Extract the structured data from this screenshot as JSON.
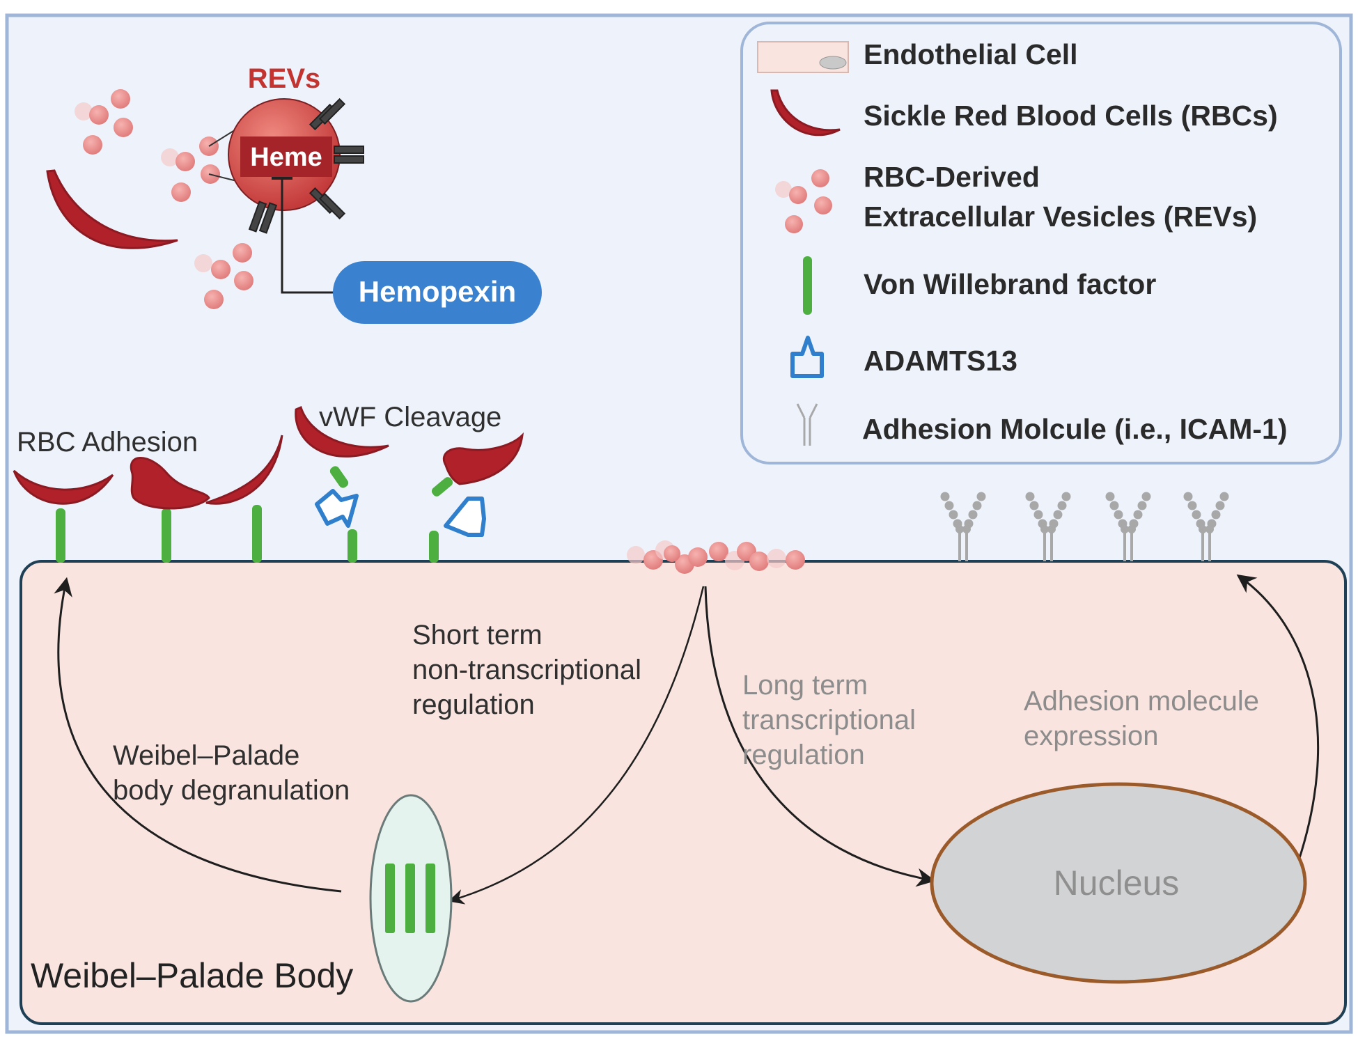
{
  "figure": {
    "revs_title": "REVs",
    "heme": "Heme",
    "hemopexin": "Hemopexin",
    "rbc_adhesion": "RBC Adhesion",
    "vwf_cleavage": "vWF Cleavage",
    "short_term": [
      "Short term",
      "non-transcriptional",
      "regulation"
    ],
    "long_term": [
      "Long term",
      "transcriptional",
      "regulation"
    ],
    "adhesion_expression": [
      "Adhesion molecule",
      "expression"
    ],
    "wpb_degranulation": [
      "Weibel–Palade",
      "body degranulation"
    ],
    "wpb_label": "Weibel–Palade Body",
    "nucleus": "Nucleus"
  },
  "legend": {
    "endothelial_cell": "Endothelial Cell",
    "sickle_rbc": "Sickle Red Blood Cells (RBCs)",
    "revs_line1": "RBC-Derived",
    "revs_line2": "Extracellular Vesicles (REVs)",
    "vwf": "Von Willebrand factor",
    "adamts13": "ADAMTS13",
    "adhesion_molecule": "Adhesion Molcule (i.e., ICAM-1)"
  },
  "colors": {
    "frame": "#9fb6d8",
    "background": "#eef3fb",
    "cell_fill": "#f9e4df",
    "cell_border": "#1f3f55",
    "rbc": "#b0212a",
    "rbc_dark": "#8c1a22",
    "vesicle": "#e98f8f",
    "vwf_green": "#4caf3f",
    "adamts13_blue": "#2f7fcc",
    "hemopexin_blue": "#3a82cf",
    "heme_box": "#a5242a",
    "nucleus_fill": "#d2d3d4",
    "nucleus_border": "#9a5a2a",
    "wpb_fill": "#e4f3ee",
    "receptor_grey": "#a8a8a8"
  }
}
